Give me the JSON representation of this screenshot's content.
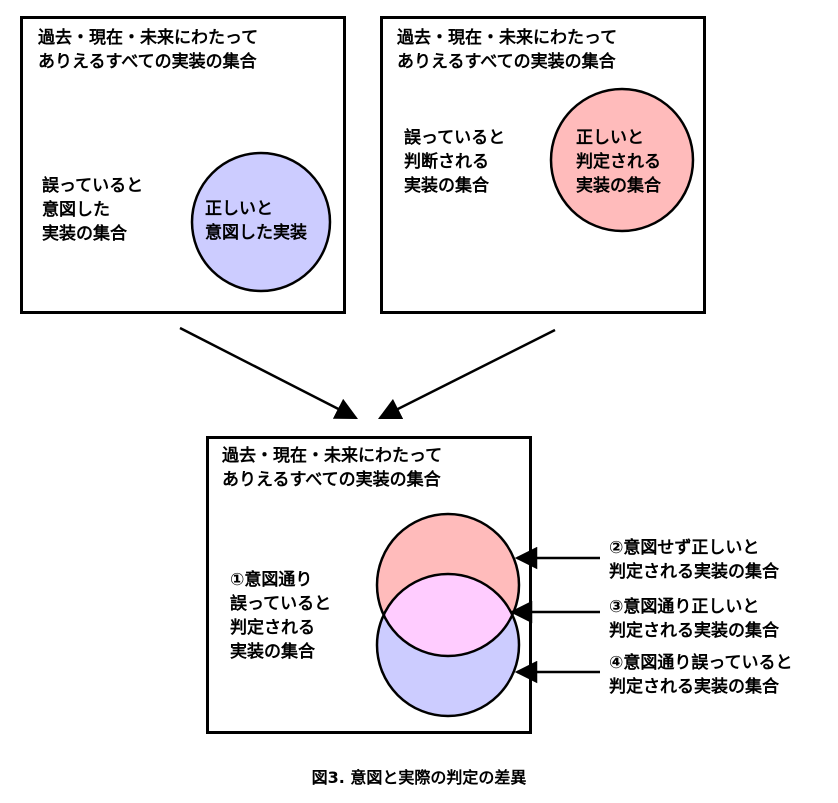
{
  "left_panel": {
    "universe_label": "過去・現在・未来にわたって\nありえるすべての実装の集合",
    "outside_label": "誤っていると\n意図した\n実装の集合",
    "circle_label": "正しいと\n意図した実装",
    "circle_color": "#ccccff"
  },
  "right_panel": {
    "universe_label": "過去・現在・未来にわたって\nありえるすべての実装の集合",
    "outside_label": "誤っていると\n判断される\n実装の集合",
    "circle_label": "正しいと\n判定される\n実装の集合",
    "circle_color": "#ffbbbb"
  },
  "bottom_panel": {
    "universe_label": "過去・現在・未来にわたって\nありえるすべての実装の集合",
    "region1_label": "①意図通り\n誤っていると\n判定される\n実装の集合",
    "callout2": "②意図せず正しいと\n判定される実装の集合",
    "callout3": "③意図通り正しいと\n判定される実装の集合",
    "callout4": "④意図通り誤っていると\n判定される実装の集合",
    "top_circle_color": "#ffbbbb",
    "bottom_circle_color": "#ccccff",
    "overlap_color": "#ffccff"
  },
  "caption": "図3. 意図と実際の判定の差異"
}
